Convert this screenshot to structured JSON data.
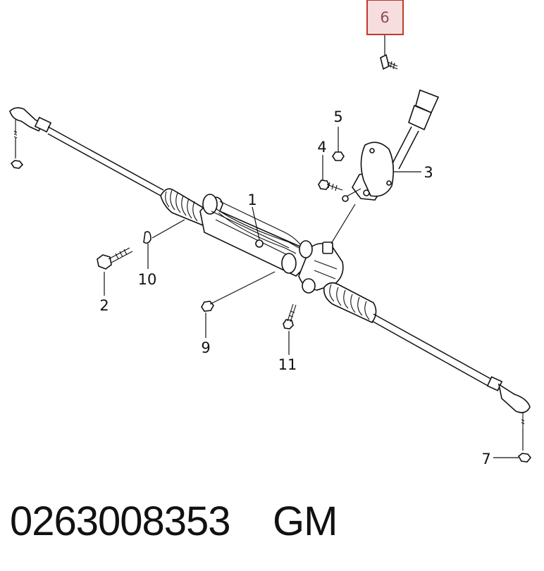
{
  "callouts": {
    "c1": "1",
    "c2": "2",
    "c3": "3",
    "c4": "4",
    "c5": "5",
    "c6": "6",
    "c7": "7",
    "c9": "9",
    "c10": "10",
    "c11": "11"
  },
  "highlighted_callout": "6",
  "highlight_color": "#c0392b",
  "footer": {
    "part_number": "0263008353",
    "brand": "GM"
  }
}
